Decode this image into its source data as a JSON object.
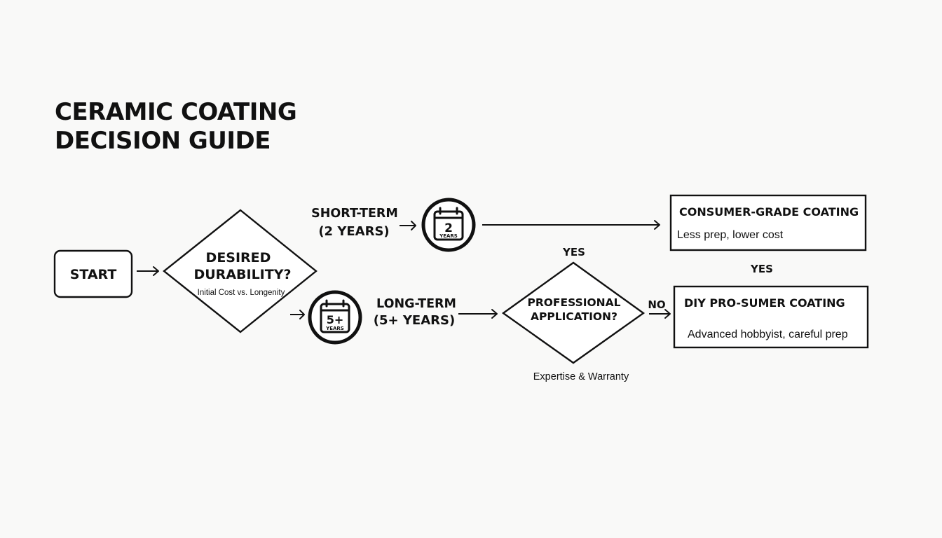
{
  "title": {
    "line1": "CERAMIC COATING",
    "line2": "DECISION GUIDE"
  },
  "nodes": {
    "start": {
      "label": "START"
    },
    "durability": {
      "line1": "DESIRED",
      "line2": "DURABILITY?",
      "note": "Initial Cost vs. Longenity"
    },
    "short_term": {
      "line1": "SHORT-TERM",
      "line2": "(2 YEARS)",
      "icon": "calendar-icon",
      "icon_number": "2",
      "icon_caption": "YEARS"
    },
    "long_term": {
      "line1": "LONG-TERM",
      "line2": "(5+ YEARS)",
      "icon": "calendar-icon",
      "icon_number": "5+",
      "icon_caption": "YEARS"
    },
    "professional": {
      "line1": "PROFESSIONAL",
      "line2": "APPLICATION?",
      "note": "Expertise & Warranty"
    },
    "consumer": {
      "title": "CONSUMER-GRADE COATING",
      "desc": "Less prep, lower cost"
    },
    "diy": {
      "title": "DIY PRO-SUMER COATING",
      "desc": "Advanced hobbyist, careful prep"
    }
  },
  "edges": {
    "yes_top": "YES",
    "yes_right": "YES",
    "no": "NO"
  }
}
